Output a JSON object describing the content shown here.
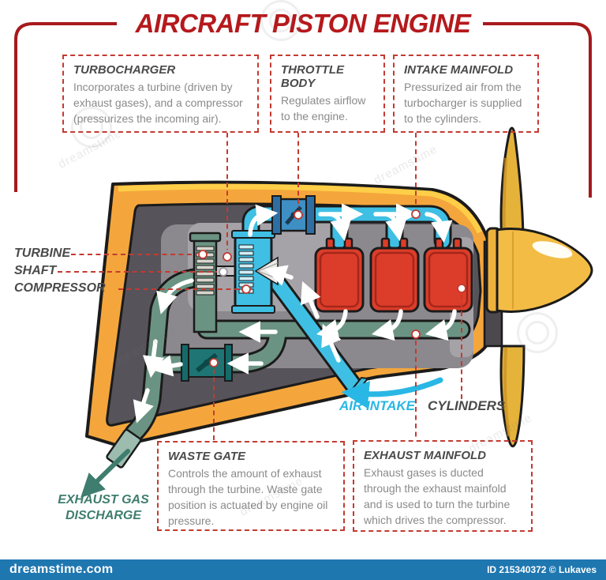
{
  "title": "AIRCRAFT PISTON ENGINE",
  "callouts": {
    "turbocharger": {
      "title": "TURBOCHARGER",
      "body": "Incorporates a turbine (driven by exhaust gases), and a compressor (pressurizes the incoming air)."
    },
    "throttle_body": {
      "title": "THROTTLE BODY",
      "body": "Regulates airflow to the engine."
    },
    "intake_manifold": {
      "title": "INTAKE MAINFOLD",
      "body": "Pressurized air from the turbocharger is supplied to the cylinders."
    },
    "waste_gate": {
      "title": "WASTE GATE",
      "body": "Controls the amount of exhaust through the turbine. Waste gate position is actuated by engine oil pressure."
    },
    "exhaust_manifold": {
      "title": "EXHAUST MAINFOLD",
      "body": "Exhaust gases is ducted through the exhaust mainfold and is used to turn the turbine which drives the compressor."
    }
  },
  "labels": {
    "turbine": "TURBINE",
    "shaft": "SHAFT",
    "compressor": "COMPRESSOR",
    "air_intake": "AIR INTAKE",
    "cylinders": "CYLINDERS",
    "exhaust_gas_discharge": "EXHAUST GAS DISCHARGE"
  },
  "footer": {
    "site": "dreamstime.com",
    "credit": "ID 215340372 © Lukaves"
  },
  "watermark": "dreamstime",
  "colors": {
    "title_red": "#B5191C",
    "leader_red": "#C43A31",
    "frame_red": "#A6191D",
    "air_intake_cyan": "#29B7E5",
    "pipe_cyan": "#3FBFE3",
    "exhaust_sage": "#6B9383",
    "valve_teal": "#1E7573",
    "discharge_teal": "#3F7D6E",
    "cowling_orange": "#F4A63C",
    "cowling_yellow": "#FFD04A",
    "cylinder_red": "#DC3D2A",
    "interior_gray": "#56535A",
    "panel_gray": "#8B898D",
    "footer_blue": "#1F77B0",
    "label_gray": "#4A4A4A",
    "body_text_gray": "#8A8A8A"
  }
}
